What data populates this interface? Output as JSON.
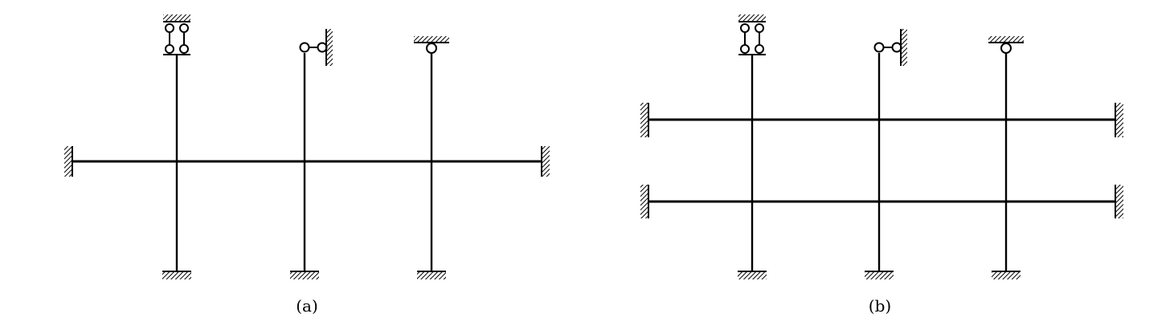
{
  "figures": [
    {
      "id": "a",
      "caption": "(a)"
    },
    {
      "id": "b",
      "caption": "(b)"
    }
  ],
  "support_types": {
    "column_top": [
      "roller-double-link",
      "horizontal-pin-link",
      "pin"
    ],
    "column_bottom": "fixed",
    "beam_ends": "fixed"
  },
  "colors": {
    "line": "#000000",
    "background": "#ffffff"
  }
}
